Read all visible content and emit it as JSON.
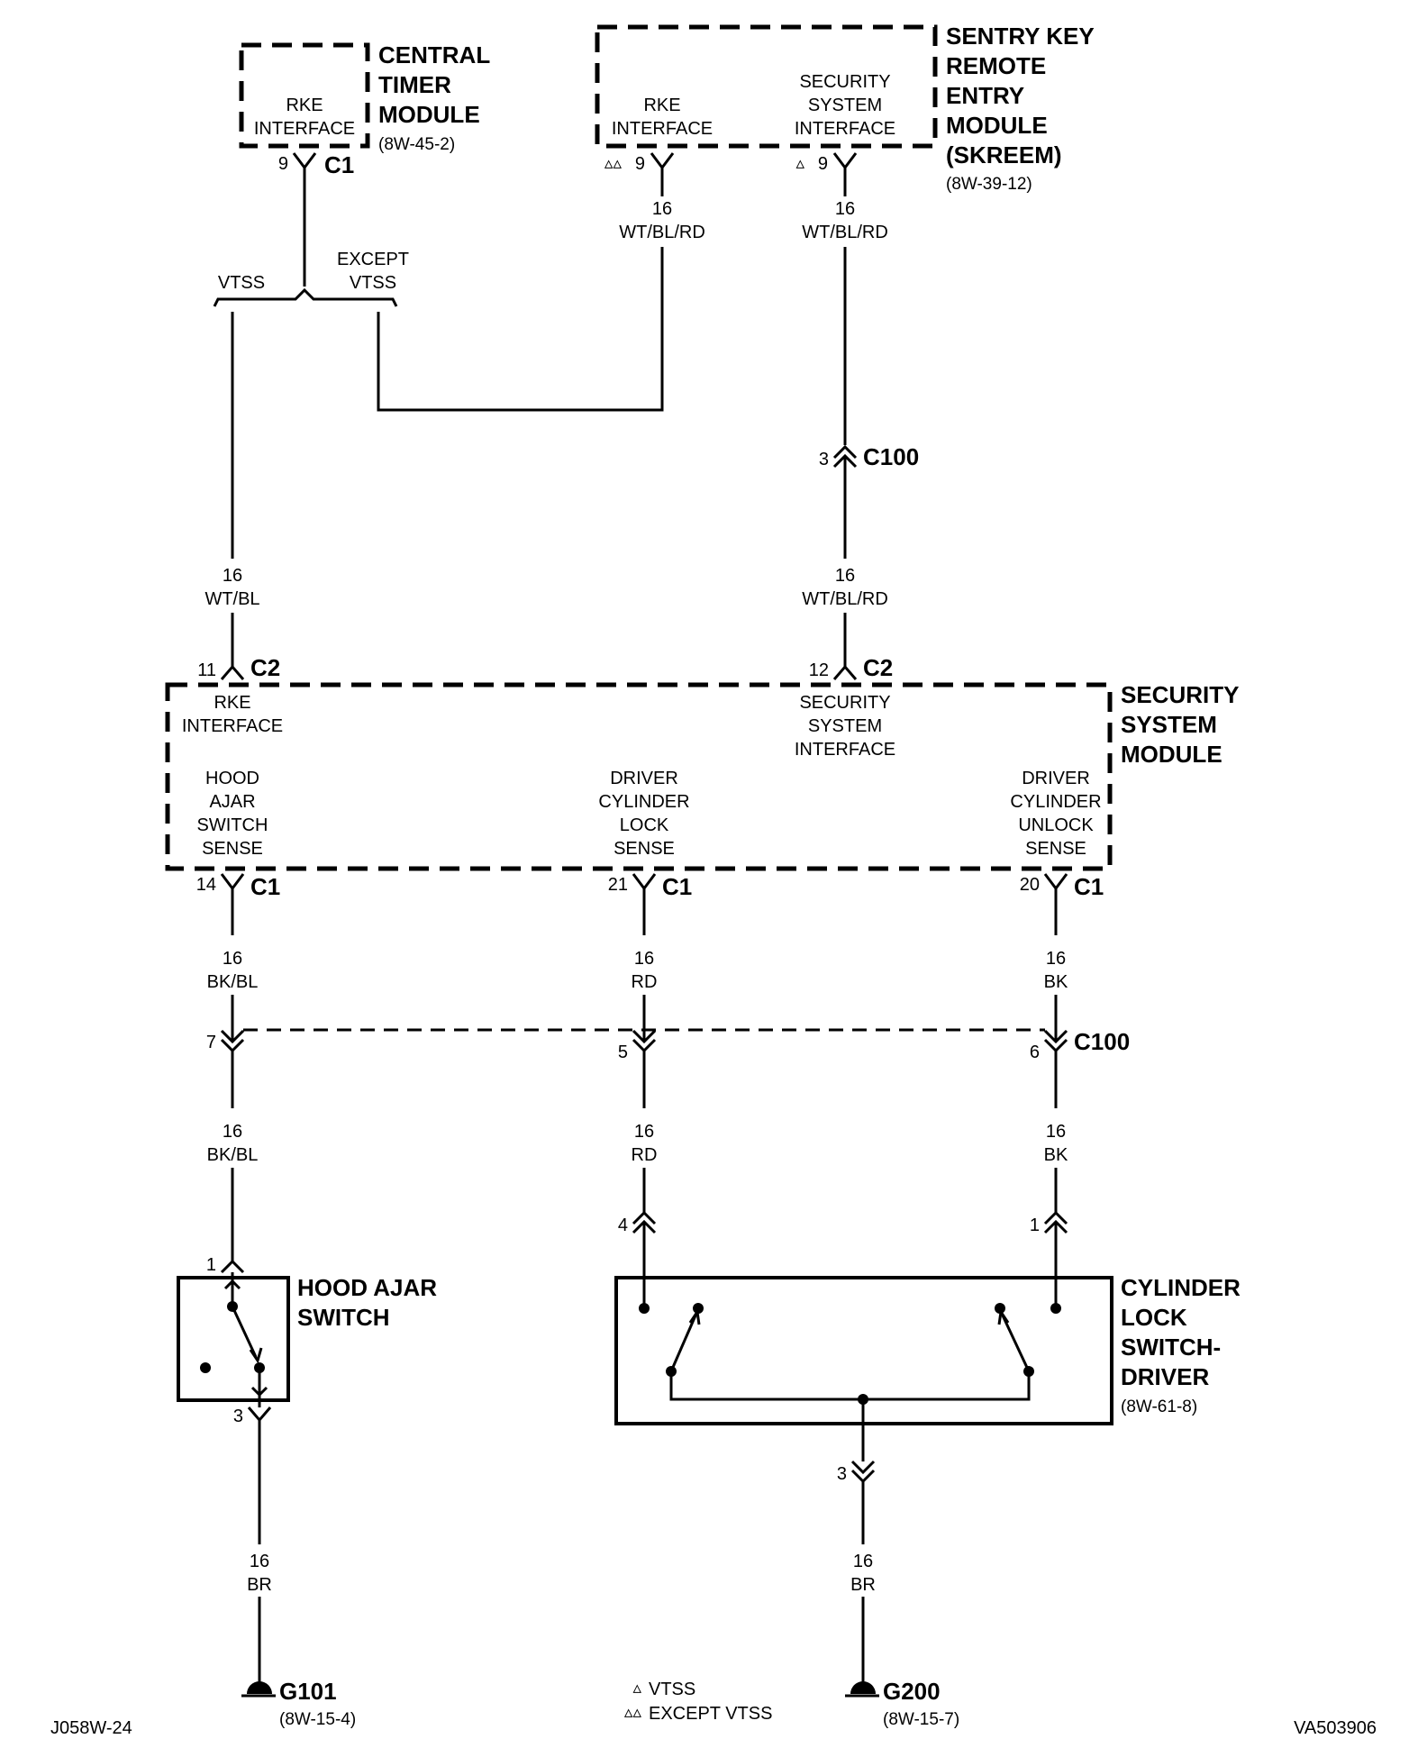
{
  "components": {
    "central_timer_module": {
      "name_lines": [
        "CENTRAL",
        "TIMER",
        "MODULE"
      ],
      "ref": "(8W-45-2)",
      "interface_lines": [
        "RKE",
        "INTERFACE"
      ],
      "pin": "9",
      "connector": "C1"
    },
    "skreem": {
      "name_lines": [
        "SENTRY KEY",
        "REMOTE",
        "ENTRY",
        "MODULE",
        "(SKREEM)"
      ],
      "ref": "(8W-39-12)",
      "rke_lines": [
        "RKE",
        "INTERFACE"
      ],
      "security_lines": [
        "SECURITY",
        "SYSTEM",
        "INTERFACE"
      ],
      "rke_pin": "9",
      "rke_marker": "▵▵",
      "security_pin": "9",
      "security_marker": "▵"
    },
    "security_system_module": {
      "name_lines": [
        "SECURITY",
        "SYSTEM",
        "MODULE"
      ],
      "rke_lines": [
        "RKE",
        "INTERFACE"
      ],
      "security_lines": [
        "SECURITY",
        "SYSTEM",
        "INTERFACE"
      ],
      "hood_lines": [
        "HOOD",
        "AJAR",
        "SWITCH",
        "SENSE"
      ],
      "lock_lines": [
        "DRIVER",
        "CYLINDER",
        "LOCK",
        "SENSE"
      ],
      "unlock_lines": [
        "DRIVER",
        "CYLINDER",
        "UNLOCK",
        "SENSE"
      ],
      "c2_pins": [
        "11",
        "12"
      ],
      "c2_label": "C2",
      "c1_pins": [
        "14",
        "21",
        "20"
      ],
      "c1_label": "C1"
    },
    "hood_ajar_switch": {
      "name_lines": [
        "HOOD AJAR",
        "SWITCH"
      ],
      "top_pin": "1",
      "bottom_pin": "3"
    },
    "cylinder_lock_switch": {
      "name_lines": [
        "CYLINDER",
        "LOCK",
        "SWITCH-",
        "DRIVER"
      ],
      "ref": "(8W-61-8)",
      "pins": [
        "4",
        "1",
        "3"
      ]
    }
  },
  "branch": {
    "left": "VTSS",
    "right_lines": [
      "EXCEPT",
      "VTSS"
    ]
  },
  "wires": {
    "skreem_rke": [
      "16",
      "WT/BL/RD"
    ],
    "skreem_sec": [
      "16",
      "WT/BL/RD"
    ],
    "vtss_to_c2": [
      "16",
      "WT/BL"
    ],
    "c100_to_c2": [
      "16",
      "WT/BL/RD"
    ],
    "hood_upper": [
      "16",
      "BK/BL"
    ],
    "lock_upper": [
      "16",
      "RD"
    ],
    "unlock_upper": [
      "16",
      "BK"
    ],
    "hood_lower": [
      "16",
      "BK/BL"
    ],
    "lock_lower": [
      "16",
      "RD"
    ],
    "unlock_lower": [
      "16",
      "BK"
    ],
    "hood_ground": [
      "16",
      "BR"
    ],
    "cyl_ground": [
      "16",
      "BR"
    ]
  },
  "connectors": {
    "c100_top": {
      "pin": "3",
      "label": "C100"
    },
    "c100_mid": {
      "pins": [
        "7",
        "5",
        "6"
      ],
      "label": "C100"
    }
  },
  "grounds": {
    "g101": {
      "label": "G101",
      "ref": "(8W-15-4)"
    },
    "g200": {
      "label": "G200",
      "ref": "(8W-15-7)"
    }
  },
  "legend": [
    {
      "marker": "▵",
      "text": "VTSS"
    },
    {
      "marker": "▵▵",
      "text": "EXCEPT VTSS"
    }
  ],
  "footer": {
    "left_code": "J058W-24",
    "right_code": "VA503906"
  }
}
